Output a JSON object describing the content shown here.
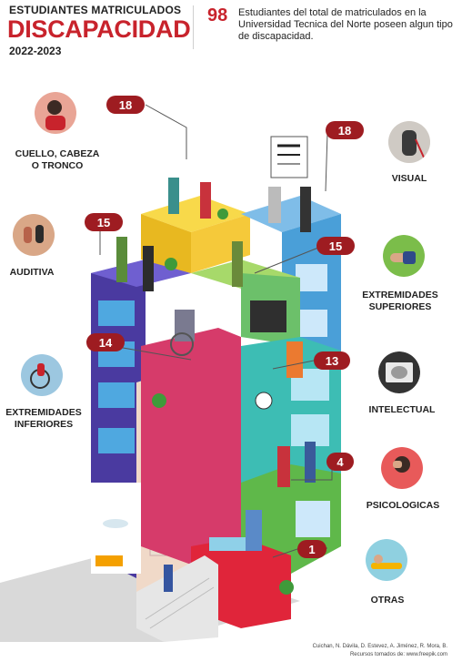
{
  "header": {
    "line1": "ESTUDIANTES MATRICULADOS",
    "line2": "DISCAPACIDAD",
    "years": "2022-2023",
    "total": "98",
    "description": "Estudiantes del total de matriculados en la Universidad Tecnica del Norte poseen algun tipo de discapacidad."
  },
  "categories": [
    {
      "id": "cuello",
      "count": "18",
      "label_line1": "CUELLO, CABEZA",
      "label_line2": "O TRONCO"
    },
    {
      "id": "visual",
      "count": "18",
      "label_line1": "VISUAL",
      "label_line2": ""
    },
    {
      "id": "auditiva",
      "count": "15",
      "label_line1": "AUDITIVA",
      "label_line2": ""
    },
    {
      "id": "ext-sup",
      "count": "15",
      "label_line1": "EXTREMIDADES",
      "label_line2": "SUPERIORES"
    },
    {
      "id": "ext-inf",
      "count": "14",
      "label_line1": "EXTREMIDADES",
      "label_line2": "INFERIORES"
    },
    {
      "id": "intelectual",
      "count": "13",
      "label_line1": "INTELECTUAL",
      "label_line2": ""
    },
    {
      "id": "psicologicas",
      "count": "4",
      "label_line1": "PSICOLOGICAS",
      "label_line2": ""
    },
    {
      "id": "otras",
      "count": "1",
      "label_line1": "OTRAS",
      "label_line2": ""
    }
  ],
  "credits": {
    "authors": "Cuichan, N. Dávila, D. Estevez, A. Jiménez, R. Mora, B.",
    "resources": "Recursos tomados de: www.freepik.com"
  },
  "colors": {
    "accent": "#c8232c",
    "pill": "#9e1c21"
  }
}
